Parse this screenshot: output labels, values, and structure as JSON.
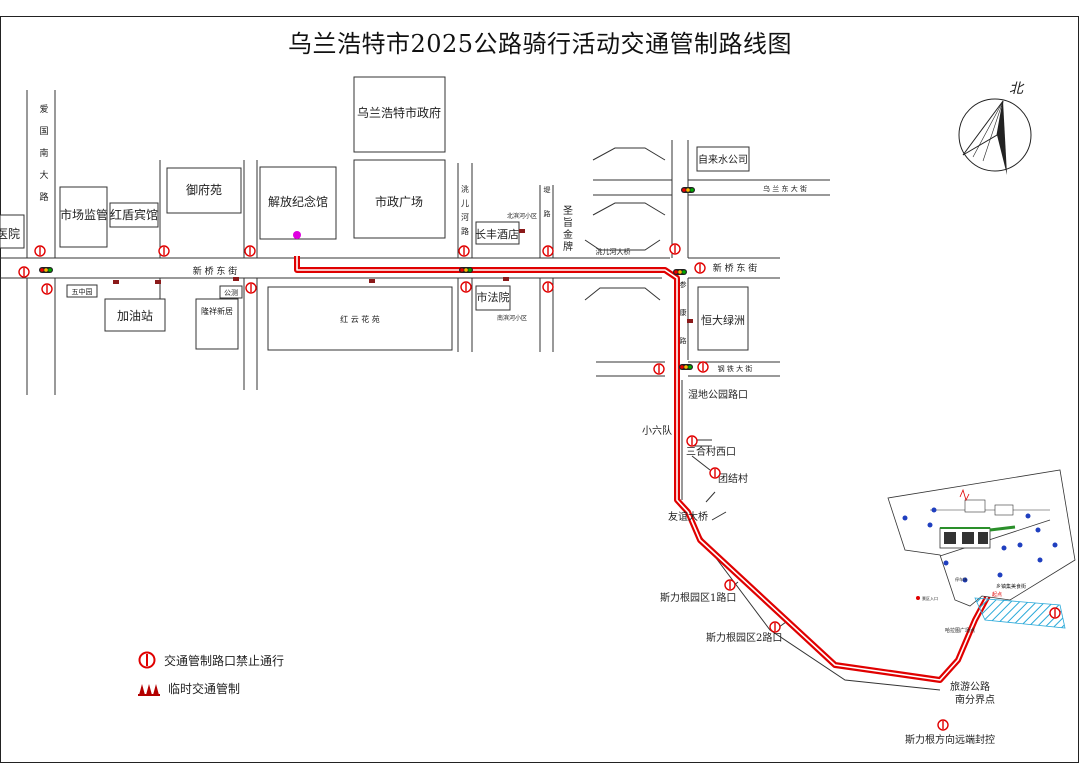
{
  "title": "乌兰浩特市2025公路骑行活动交通管制路线图",
  "compass": {
    "label": "北"
  },
  "buildings": {
    "gov": "乌兰浩特市政府",
    "market": "市场监管",
    "hongdun": "红盾宾馆",
    "yufu": "御府苑",
    "jiefang": "解放纪念馆",
    "square": "市政广场",
    "hospital_partial": "医院",
    "changfeng": "长丰酒店",
    "water": "自来水公司",
    "gas": "加油站",
    "longxiang": "隆祥新居",
    "hongyun": "红 云 花 苑",
    "court": "市法院",
    "hengda": "恒大绿洲",
    "wuzhong": "五中园",
    "gongce": "公测"
  },
  "streets": {
    "ainan": "爱国南大路",
    "taoer": "洮儿河路",
    "xinqiao_w": "新 桥 东 街",
    "xinqiao_e": "新 桥 东 街",
    "wulan": "乌 兰 东 大 街",
    "gangtie": "钢 铁 大 街",
    "shenglian": "圣旨金牌",
    "dike": "堤 路",
    "bridge": "洮儿河大桥",
    "taoer_n": "北滨河小区",
    "taoer_s": "南滨河小区",
    "yikang": "参 康 路"
  },
  "route_labels": {
    "wetland": "湿地公园路口",
    "xiaoliu": "小六队",
    "sanhe": "三合村西口",
    "tuanjie": "团结村",
    "youyi": "友谊大桥",
    "sili1": "斯力根园区1路口",
    "sili2": "斯力根园区2路口",
    "boundary1": "旅游公路",
    "boundary2": "南分界点",
    "end": "斯力根方向远端封控"
  },
  "inset": {
    "food": "乡镇集美食街",
    "start": "起点",
    "parking": "停车场",
    "plaza": "哈拉图广场点",
    "gate": "景区入口"
  },
  "legend": {
    "no_entry": "交通管制路口禁止通行",
    "temp": "临时交通管制"
  },
  "colors": {
    "route": "#e00000",
    "road": "#333333",
    "start_dot": "#e000e0",
    "water": "#2aa9d9"
  }
}
